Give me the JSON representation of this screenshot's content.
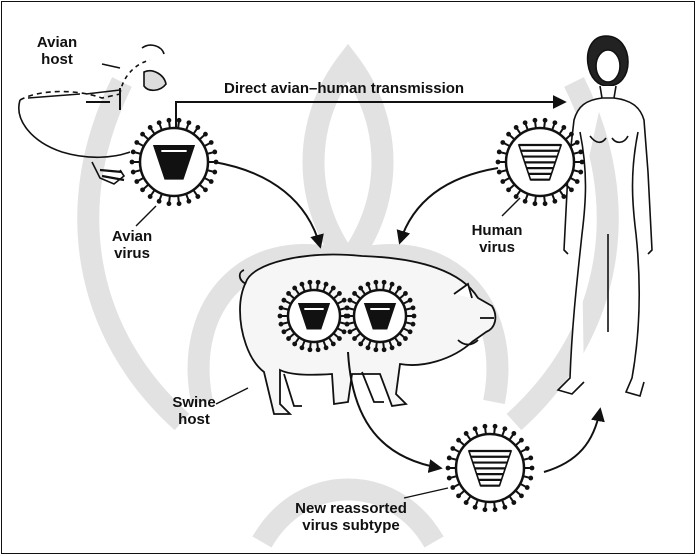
{
  "labels": {
    "avian_host": [
      "Avian",
      "host"
    ],
    "direct_transmission": "Direct avian–human transmission",
    "avian_virus": [
      "Avian",
      "virus"
    ],
    "human_virus": [
      "Human",
      "virus"
    ],
    "swine_host": [
      "Swine",
      "host"
    ],
    "new_virus": [
      "New reassorted",
      "virus subtype"
    ]
  },
  "colors": {
    "ink": "#111111",
    "paper": "#ffffff",
    "watermark": "#c8c8c8"
  }
}
